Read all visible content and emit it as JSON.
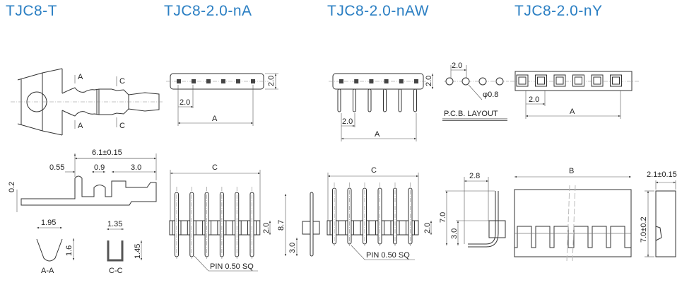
{
  "titles": [
    "TJC8-T",
    "TJC8-2.0-nA",
    "TJC8-2.0-nAW",
    "TJC8-2.0-nY"
  ],
  "colors": {
    "title": "#2b7fc3",
    "line": "#333333"
  },
  "terminal": {
    "section_a": "A",
    "section_c": "C",
    "total_length": "6.1±0.15",
    "dim_055": "0.55",
    "dim_09": "0.9",
    "dim_30": "3.0",
    "thickness": "0.2",
    "aa_width": "1.95",
    "aa_height": "1.6",
    "aa_label": "A-A",
    "cc_width": "1.35",
    "cc_height": "1.45",
    "cc_label": "C-C"
  },
  "na": {
    "pitch": "2.0",
    "height": "2.0",
    "length": "A",
    "c_dim": "C",
    "body": "2.0",
    "total": "8.7",
    "tail": "3.0",
    "pin": "PIN 0.50 SQ"
  },
  "naw": {
    "pitch": "2.0",
    "height": "2.0",
    "length": "A",
    "c_dim": "C",
    "body": "2.0",
    "pin": "PIN 0.50 SQ",
    "offset": "2.8",
    "total": "7.0",
    "tail": "3.0"
  },
  "pcb": {
    "pitch": "2.0",
    "hole": "φ0.8",
    "label": "P.C.B. LAYOUT"
  },
  "ny": {
    "pitch": "2.0",
    "length": "A",
    "b_dim": "B",
    "depth": "2.1±0.15",
    "height": "7.0±0.2"
  }
}
